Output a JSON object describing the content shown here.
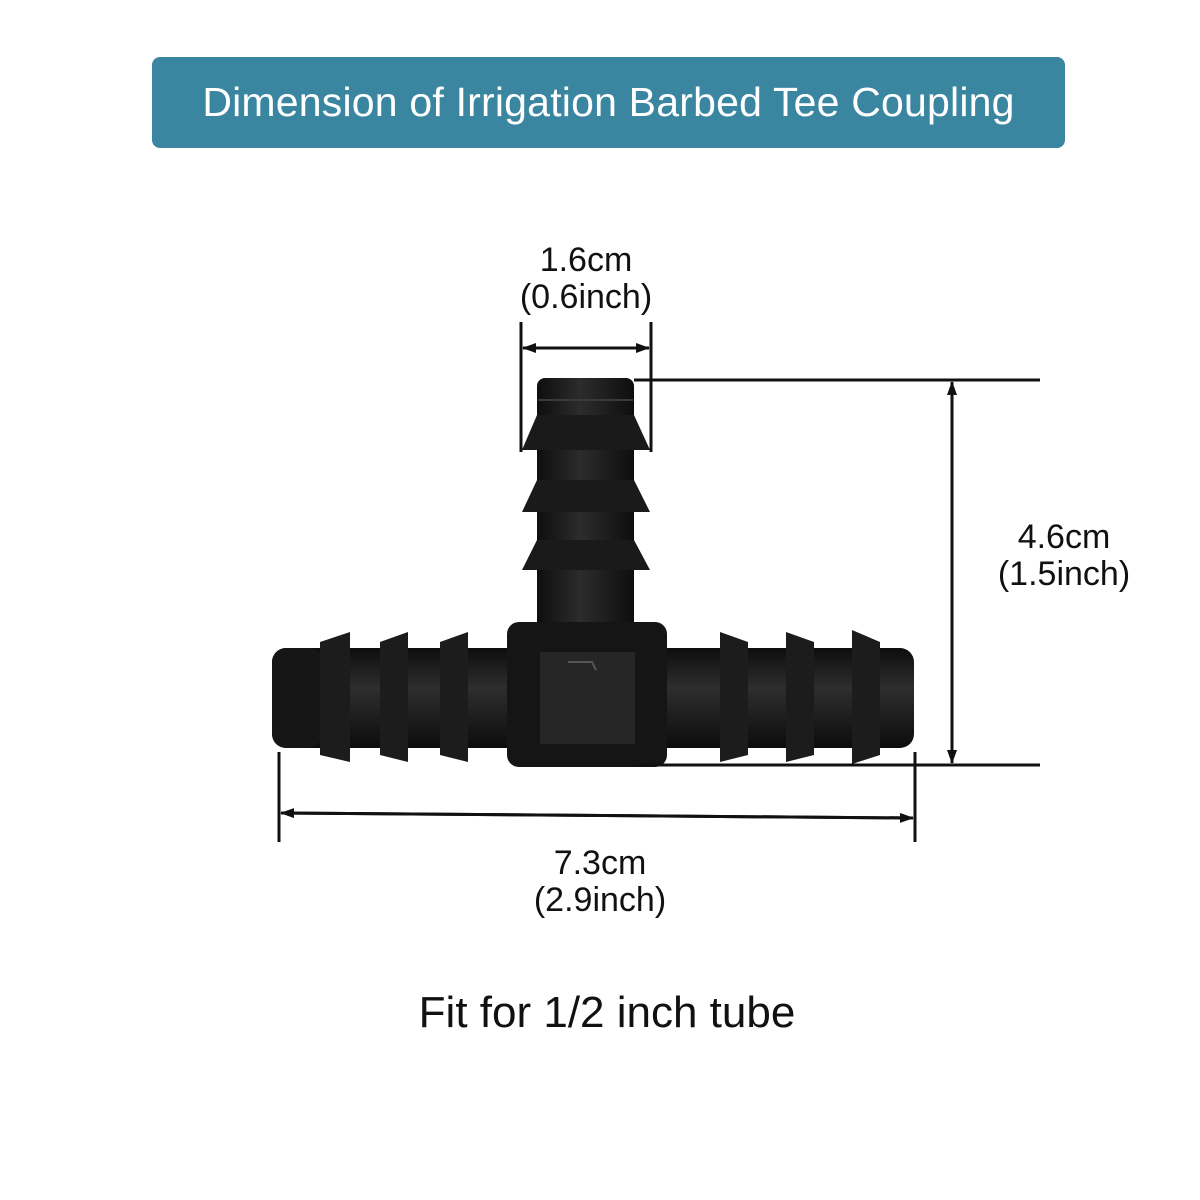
{
  "title": "Dimension of Irrigation Barbed Tee Coupling",
  "dimensions": {
    "branch_width": {
      "metric": "1.6cm",
      "imperial": "(0.6inch)"
    },
    "height": {
      "metric": "4.6cm",
      "imperial": "(1.5inch)"
    },
    "length": {
      "metric": "7.3cm",
      "imperial": "(2.9inch)"
    }
  },
  "caption": "Fit for 1/2 inch tube",
  "colors": {
    "banner": "#3a86a1",
    "part": "#1b1b1b",
    "line": "#111111"
  }
}
